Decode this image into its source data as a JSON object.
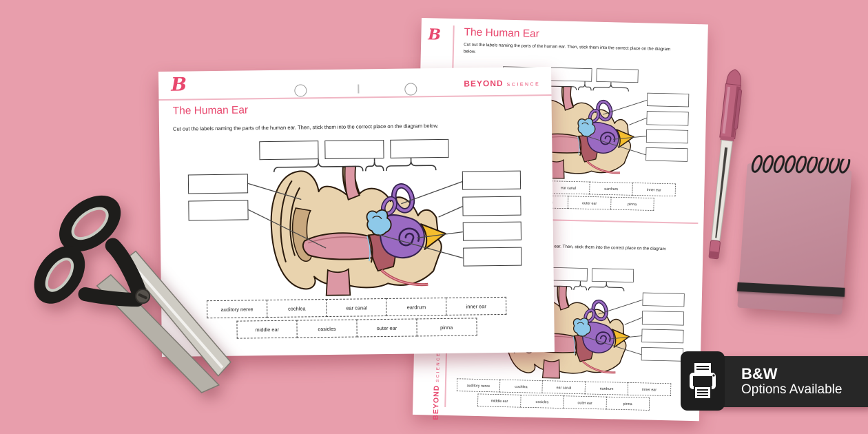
{
  "brand": {
    "logo_letter": "B",
    "name": "BEYOND",
    "division": "SCIENCE"
  },
  "worksheet": {
    "title": "The Human Ear",
    "instructions": "Cut out the labels naming the parts of the human ear. Then, stick them into the correct place on the diagram below.",
    "word_bank": {
      "row1": [
        "auditory nerve",
        "cochlea",
        "ear canal",
        "eardrum",
        "inner ear"
      ],
      "row2": [
        "middle ear",
        "ossicles",
        "outer ear",
        "pinna"
      ]
    }
  },
  "badge": {
    "title": "B&W",
    "subtitle": "Options Available"
  },
  "colors": {
    "background": "#e89eac",
    "accent_pink": "#e8486e",
    "paper": "#ffffff",
    "badge_bg": "#272727",
    "ear_skin": "#e9d3ae",
    "ear_canal_pink": "#dc98a4",
    "cochlea_purple": "#9a6ac2",
    "ossicles_blue": "#8ec9e9",
    "nerve_yellow": "#f5be2e",
    "cavity_maroon": "#ad5a64"
  }
}
